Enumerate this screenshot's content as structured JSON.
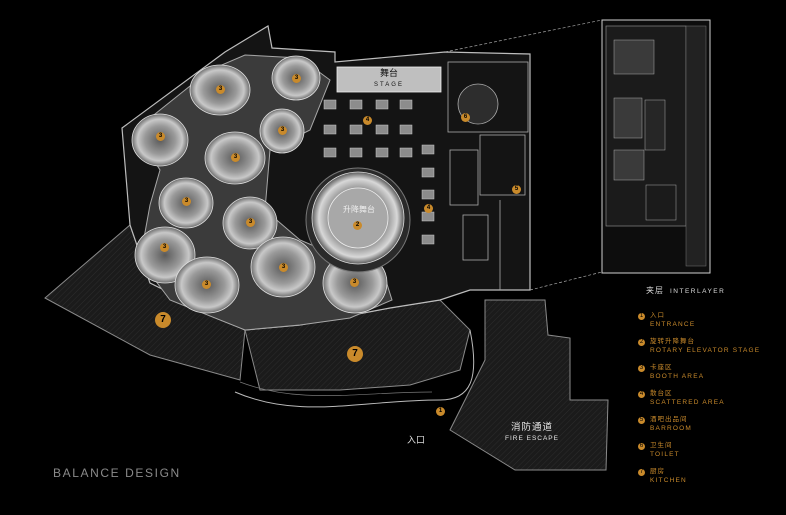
{
  "brand": "BALANCE DESIGN",
  "interlayer": {
    "zh": "夹层",
    "en": "INTERLAYER"
  },
  "stage": {
    "zh": "舞台",
    "en": "STAGE"
  },
  "rotary_label": "升降舞台",
  "entrance_label": "入口",
  "fire_escape": {
    "zh": "消防通道",
    "en": "FIRE ESCAPE"
  },
  "legend": [
    {
      "num": "1",
      "zh": "入口",
      "en": "ENTRANCE"
    },
    {
      "num": "2",
      "zh": "旋转升降舞台",
      "en": "ROTARY ELEVATOR STAGE"
    },
    {
      "num": "3",
      "zh": "卡座区",
      "en": "BOOTH AREA"
    },
    {
      "num": "4",
      "zh": "散台区",
      "en": "SCATTERED AREA"
    },
    {
      "num": "5",
      "zh": "酒吧出品间",
      "en": "BARROOM"
    },
    {
      "num": "6",
      "zh": "卫生间",
      "en": "TOILET"
    },
    {
      "num": "7",
      "zh": "厨房",
      "en": "KITCHEN"
    }
  ],
  "markers": {
    "kitchen": "7",
    "booth": "3",
    "stage": "2",
    "scattered": "4",
    "bar": "5",
    "toilet": "6",
    "entrance": "1"
  },
  "colors": {
    "accent": "#c98a2b",
    "background": "#000000"
  }
}
